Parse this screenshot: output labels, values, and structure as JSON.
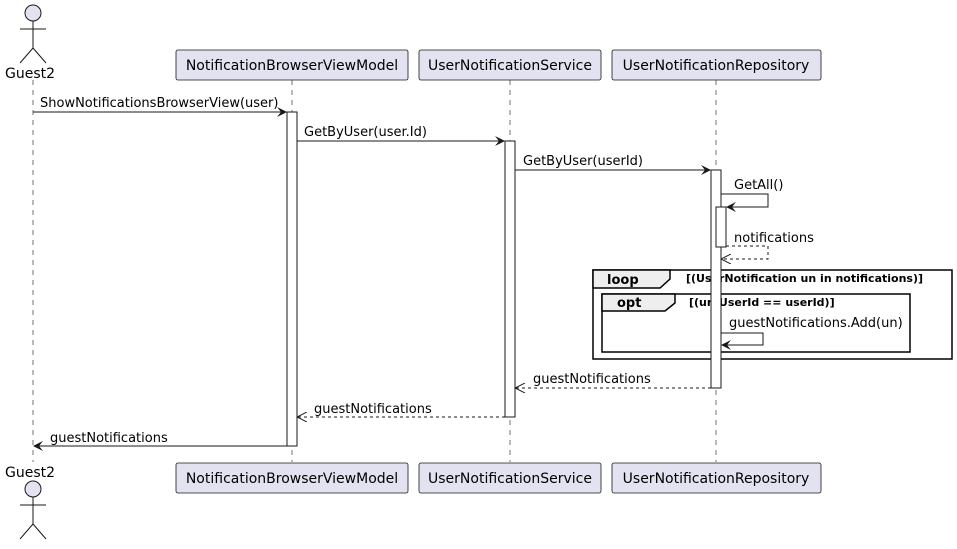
{
  "participants": {
    "actor": "Guest2",
    "view_model": "NotificationBrowserViewModel",
    "service": "UserNotificationService",
    "repository": "UserNotificationRepository"
  },
  "messages": [
    {
      "label": "ShowNotificationsBrowserView(user)",
      "kind": "call"
    },
    {
      "label": "GetByUser(user.Id)",
      "kind": "call"
    },
    {
      "label": "GetByUser(userId)",
      "kind": "call"
    },
    {
      "label": "GetAll()",
      "kind": "self-call"
    },
    {
      "label": "notifications",
      "kind": "self-return"
    },
    {
      "label": "guestNotifications.Add(un)",
      "kind": "self-call"
    },
    {
      "label": "guestNotifications",
      "kind": "return"
    },
    {
      "label": "guestNotifications",
      "kind": "return"
    },
    {
      "label": "guestNotifications",
      "kind": "return"
    }
  ],
  "fragments": {
    "loop": {
      "keyword": "loop",
      "guard": "[(UserNotification un in notifications)]"
    },
    "opt": {
      "keyword": "opt",
      "guard": "[(un.UserId == userId)]"
    }
  },
  "colors": {
    "participant_fill": "#e2e2f0",
    "line": "#181818",
    "fragment_tab": "#eeeeee"
  }
}
